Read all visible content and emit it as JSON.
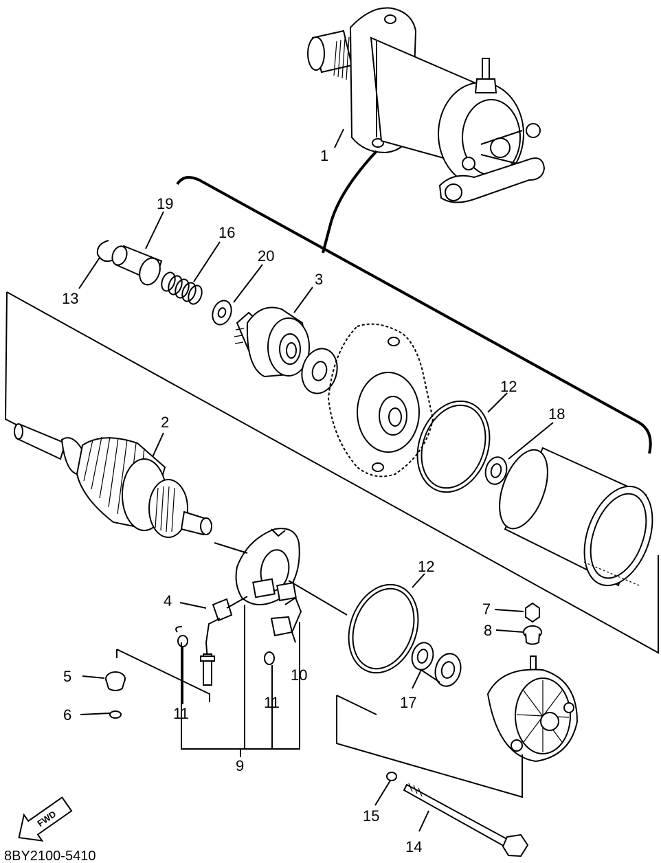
{
  "diagram": {
    "code": "8BY2100-5410",
    "fwd_label": "FWD",
    "callouts": {
      "c1": "1",
      "c2": "2",
      "c3": "3",
      "c4": "4",
      "c5": "5",
      "c6": "6",
      "c7": "7",
      "c8": "8",
      "c9": "9",
      "c10": "10",
      "c11a": "11",
      "c11b": "11",
      "c12a": "12",
      "c12b": "12",
      "c13": "13",
      "c14": "14",
      "c15": "15",
      "c16": "16",
      "c17": "17",
      "c18": "18",
      "c19": "19",
      "c20": "20"
    }
  }
}
